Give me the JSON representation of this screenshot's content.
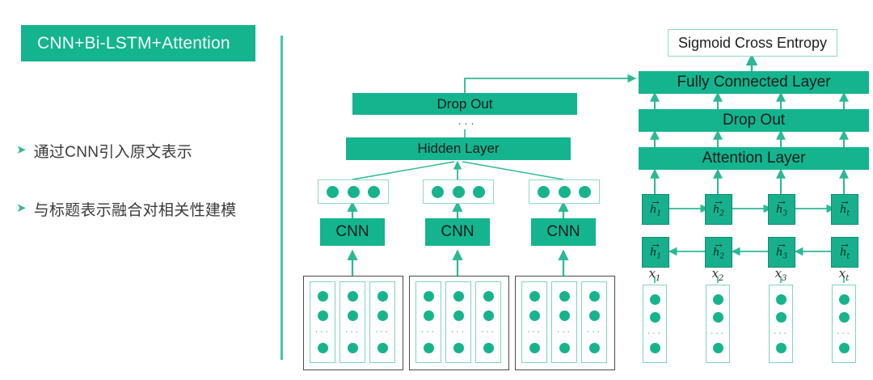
{
  "slide": {
    "title": "CNN+Bi-LSTM+Attention",
    "title_bg": "#14b48e",
    "accent": "#14b48e",
    "divider_color": "#3fc7a6"
  },
  "bullets": [
    {
      "marker": "➤",
      "text": "通过CNN引入原文表示"
    },
    {
      "marker": "➤",
      "text": "与标题表示融合对相关性建模"
    }
  ],
  "diagram": {
    "left_branch": {
      "dropout_label": "Drop Out",
      "dropout_ellipsis": "···",
      "hidden_label": "Hidden Layer",
      "cnn_labels": [
        "CNN",
        "CNN",
        "CNN"
      ],
      "feature_dots_per_box": 3,
      "embedding_groups": 3,
      "embedding_columns_per_group": 3,
      "column_dots": 3,
      "column_ellipsis": "···"
    },
    "right_branch": {
      "loss_label": "Sigmoid Cross Entropy",
      "fc_label": "Fully Connected Layer",
      "dropout_label": "Drop Out",
      "attention_label": "Attention Layer",
      "forward_cells": [
        {
          "arrow": "→",
          "h": "h",
          "sub": "1"
        },
        {
          "arrow": "→",
          "h": "h",
          "sub": "2"
        },
        {
          "arrow": "→",
          "h": "h",
          "sub": "3"
        },
        {
          "arrow": "→",
          "h": "h",
          "sub": "t"
        }
      ],
      "backward_cells": [
        {
          "arrow": "→",
          "h": "h",
          "sub": "1"
        },
        {
          "arrow": "→",
          "h": "h",
          "sub": "2"
        },
        {
          "arrow": "→",
          "h": "h",
          "sub": "3"
        },
        {
          "arrow": "→",
          "h": "h",
          "sub": "t"
        }
      ],
      "input_labels": [
        "x",
        "x",
        "x",
        "x"
      ],
      "input_subs": [
        "1",
        "2",
        "3",
        "t"
      ],
      "embedding_columns": 4,
      "column_dots": 3,
      "column_ellipsis": "···"
    }
  }
}
